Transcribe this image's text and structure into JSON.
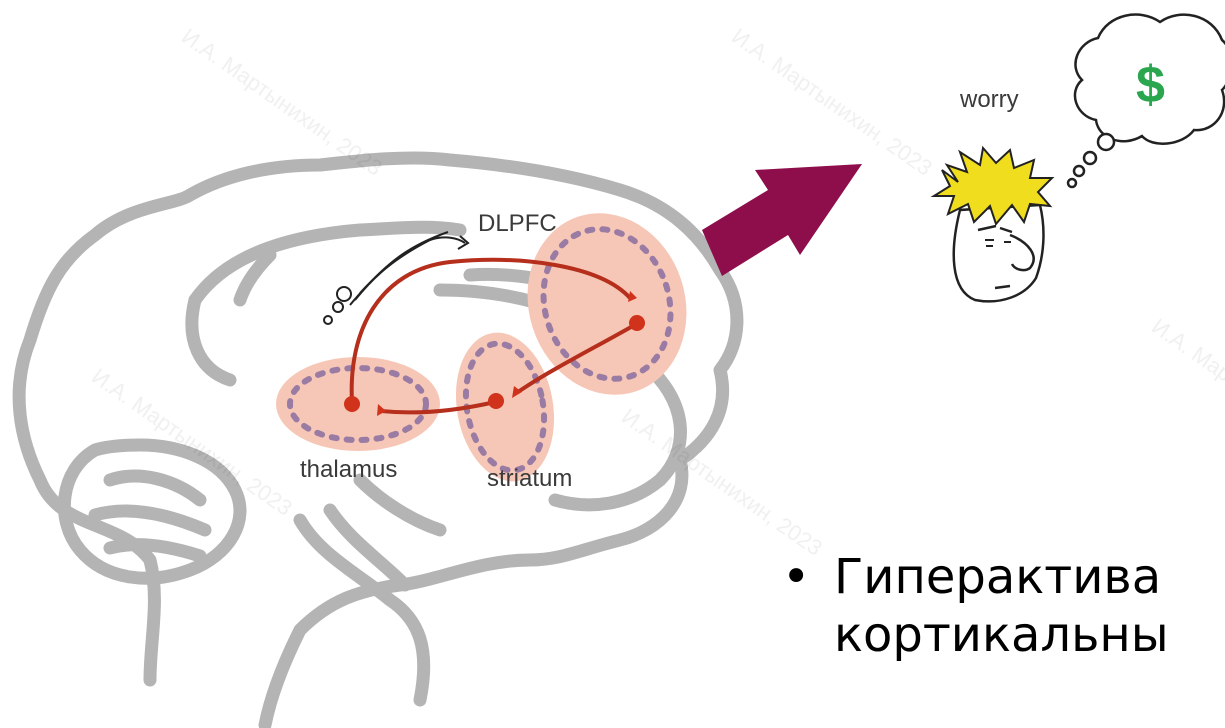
{
  "diagram": {
    "labels": {
      "dlpfc": "DLPFC",
      "thalamus": "thalamus",
      "striatum": "striatum",
      "worry": "worry",
      "dollar": "$"
    },
    "colors": {
      "brain_outline": "#b4b4b4",
      "region_fill": "#f6c7b6",
      "region_dots": "#9a7ba3",
      "pathway": "#b52f1c",
      "arrow": "#8e0e4b",
      "dollar": "#2aa64f",
      "hair": "#f0de1e"
    },
    "icons": [
      "brain-outline",
      "thought-cloud",
      "worried-face",
      "big-arrow"
    ]
  },
  "bullet": {
    "marker": "•",
    "line1": "Гиперактива",
    "line2": "кортикальны"
  }
}
